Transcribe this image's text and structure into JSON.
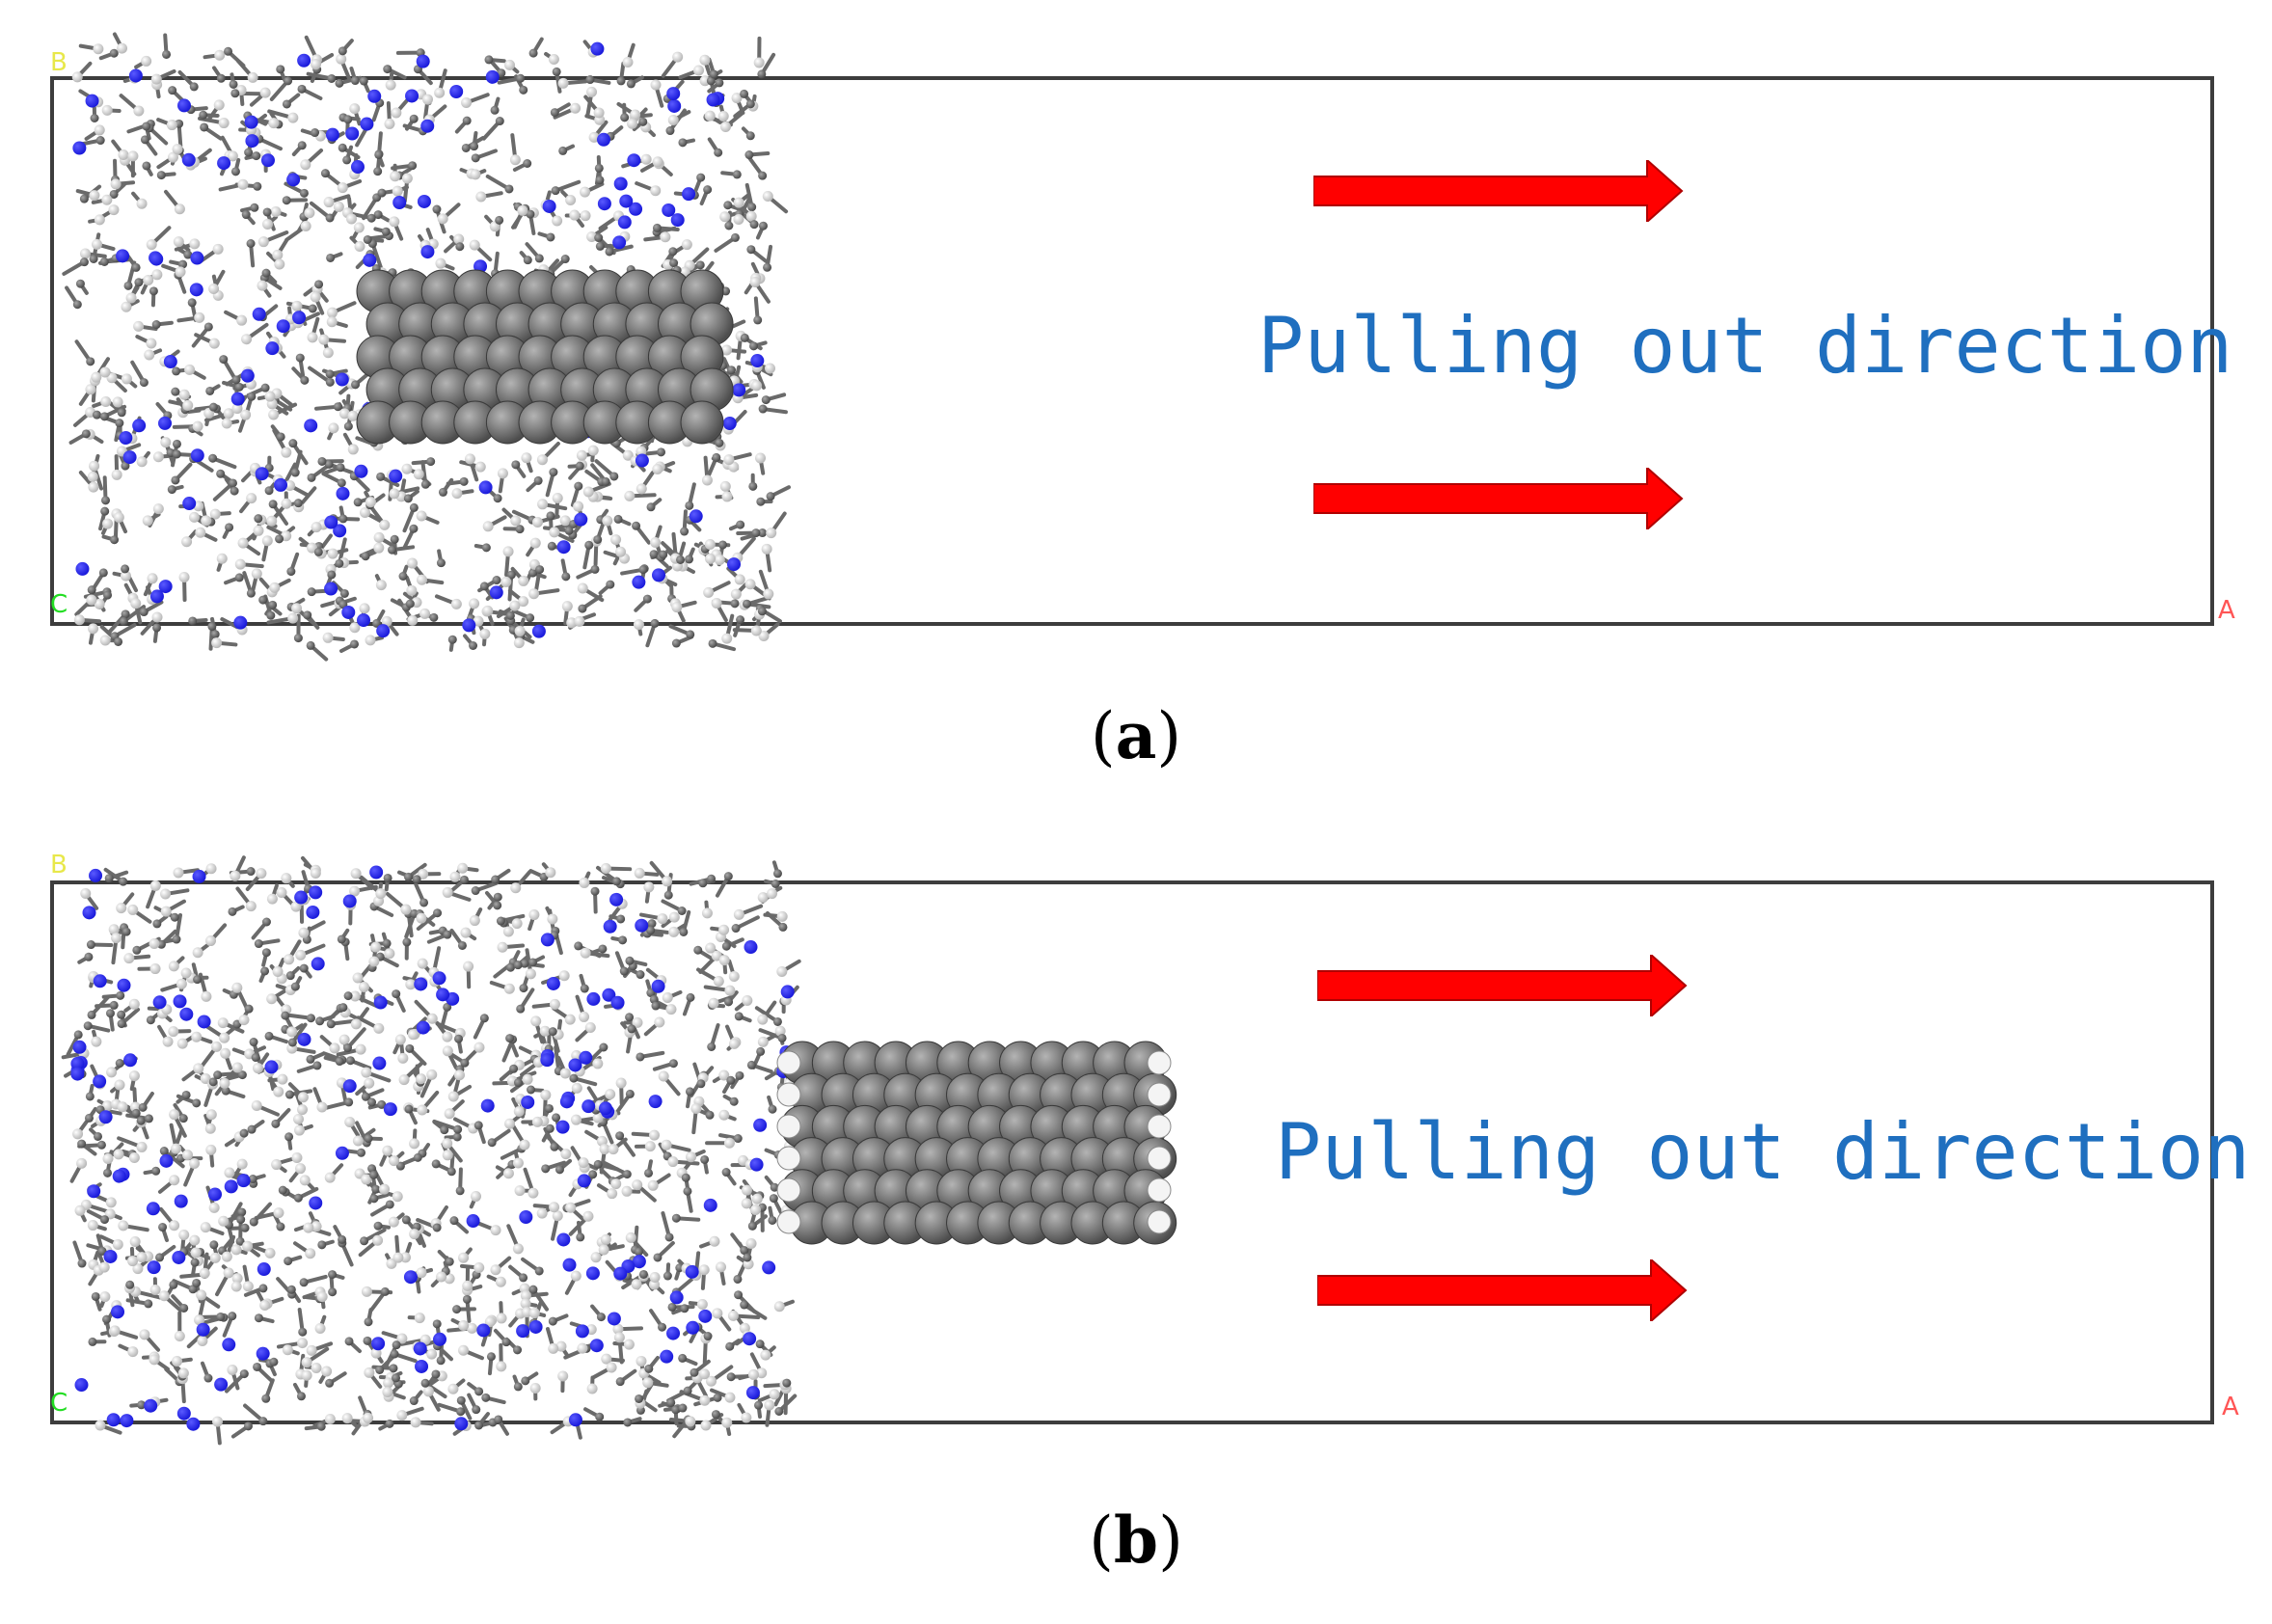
{
  "panels": [
    {
      "id": "a",
      "label_open": "(",
      "label_letter": "a",
      "label_close": ")",
      "direction_text": "Pulling out direction",
      "axis_labels": {
        "origin": "C",
        "top": "B",
        "right": "A"
      }
    },
    {
      "id": "b",
      "label_open": "(",
      "label_letter": "b",
      "label_close": ")",
      "direction_text": "Pulling out direction",
      "axis_labels": {
        "origin": "C",
        "top": "B",
        "right": "A"
      }
    }
  ],
  "colors": {
    "arrow": "#ff0000",
    "direction_text": "#1f6fbf",
    "nitrogen_atom": "#1a1adb",
    "carbon_atom": "#6e6e6e",
    "hydrogen_atom": "#f2f2f2",
    "box_border": "#3d3d3d",
    "axis_origin": "#22dd22",
    "axis_top": "#e8e84a",
    "axis_right": "#ff5555"
  }
}
